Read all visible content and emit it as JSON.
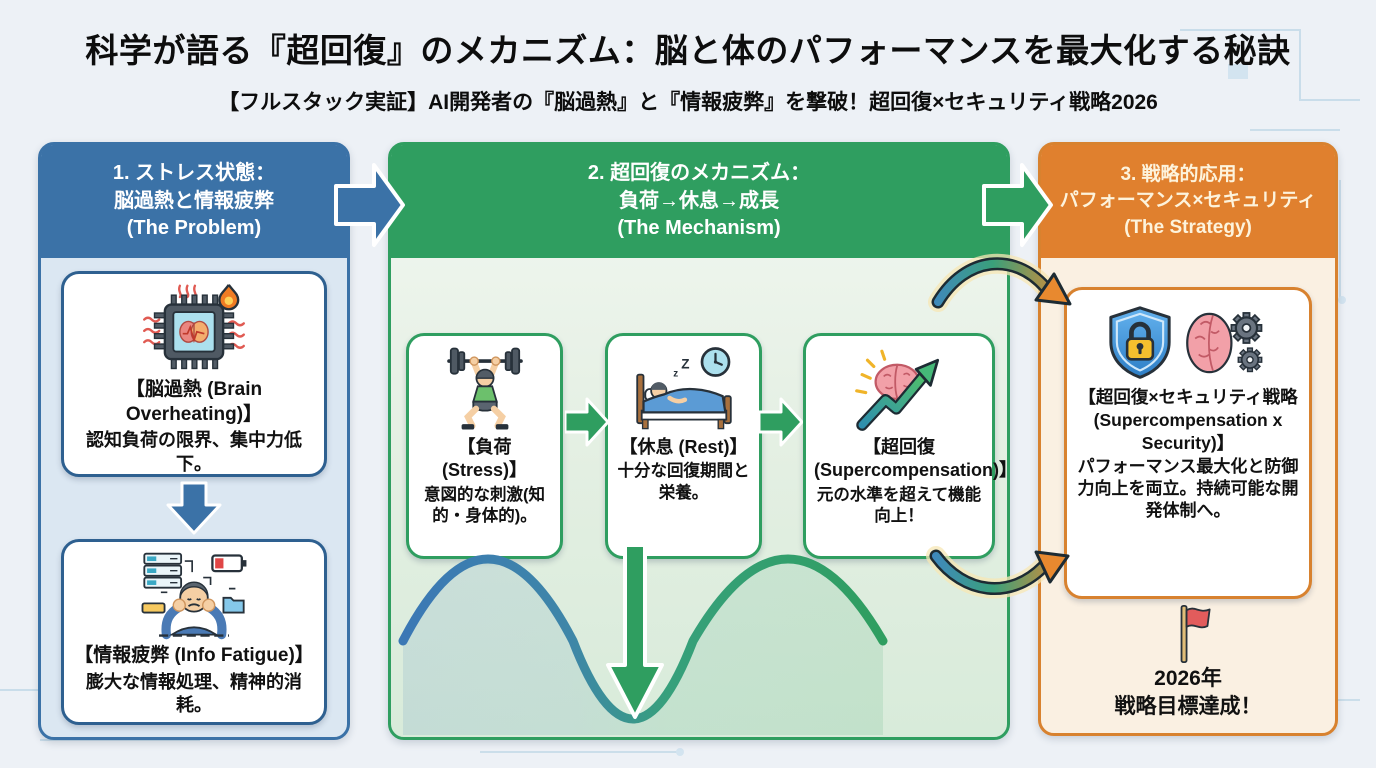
{
  "header": {
    "title": "科学が語る『超回復』のメカニズム：脳と体のパフォーマンスを最大化する秘訣",
    "subtitle": "【フルスタック実証】AI開発者の『脳過熱』と『情報疲弊』を撃破！超回復×セキュリティ戦略2026"
  },
  "problem": {
    "header": [
      "1. ストレス状態：",
      "脳過熱と情報疲弊",
      "(The Problem)"
    ],
    "cards": [
      {
        "icon": "brain-chip-overheat-icon",
        "title": "【脳過熱 (Brain Overheating)】",
        "desc": "認知負荷の限界、集中力低下。"
      },
      {
        "icon": "info-overload-fatigue-icon",
        "title": "【情報疲弊 (Info Fatigue)】",
        "desc": "膨大な情報処理、精神的消耗。"
      }
    ]
  },
  "mechanism": {
    "header": [
      "2. 超回復のメカニズム：",
      "負荷→休息→成長",
      "(The Mechanism)"
    ],
    "cards": [
      {
        "icon": "weightlifter-icon",
        "title": "【負荷 (Stress)】",
        "desc": "意図的な刺激(知的・身体的)。"
      },
      {
        "icon": "sleep-rest-icon",
        "title": "【休息 (Rest)】",
        "desc": "十分な回復期間と栄養。"
      },
      {
        "icon": "brain-growth-icon",
        "title": "【超回復 (Supercompensation)】",
        "desc": "元の水準を超えて機能向上！"
      }
    ]
  },
  "strategy": {
    "header": [
      "3. 戦略的応用：",
      "パフォーマンス×セキュリティ",
      "(The Strategy)"
    ],
    "card": {
      "icons": [
        "shield-lock-icon",
        "brain-gears-icon"
      ],
      "title": "【超回復×セキュリティ戦略 (Supercompensation x Security)】",
      "desc": "パフォーマンス最大化と防御力向上を両立。持続可能な開発体制へ。"
    },
    "goal": {
      "icon": "goal-flag-icon",
      "line1": "2026年",
      "line2": "戦略目標達成！"
    }
  },
  "colors": {
    "problem_accent": "#3b72a7",
    "mechanism_accent": "#2f9e60",
    "strategy_accent": "#e0802e",
    "strategy_border": "#d8822f",
    "wave_blue": "#3b78b5",
    "wave_green": "#2f9e60",
    "flag_red": "#e25c5c"
  }
}
